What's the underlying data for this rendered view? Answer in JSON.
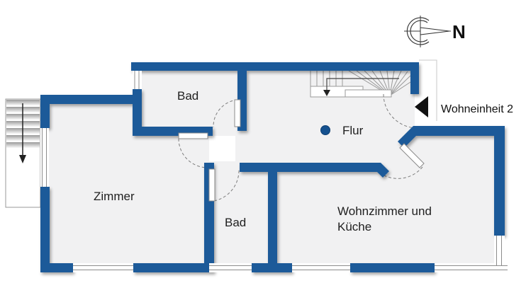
{
  "plan": {
    "unit_label": "Wohneinheit 2",
    "compass": {
      "north_label": "N"
    },
    "rooms": {
      "bad_top": {
        "label": "Bad"
      },
      "zimmer": {
        "label": "Zimmer"
      },
      "flur": {
        "label": "Flur"
      },
      "bad_bottom": {
        "label": "Bad"
      },
      "wohnzimmer": {
        "label_line1": "Wohnzimmer und",
        "label_line2": "Küche"
      }
    },
    "colors": {
      "wall": "#1a5a99",
      "room_fill": "#f1f1f2",
      "background": "#ffffff",
      "flur_marker": "#15518f",
      "entrance_arrow": "#111111",
      "stair_line": "#9a9a9a",
      "door_swing": "#7d7d7d"
    }
  }
}
